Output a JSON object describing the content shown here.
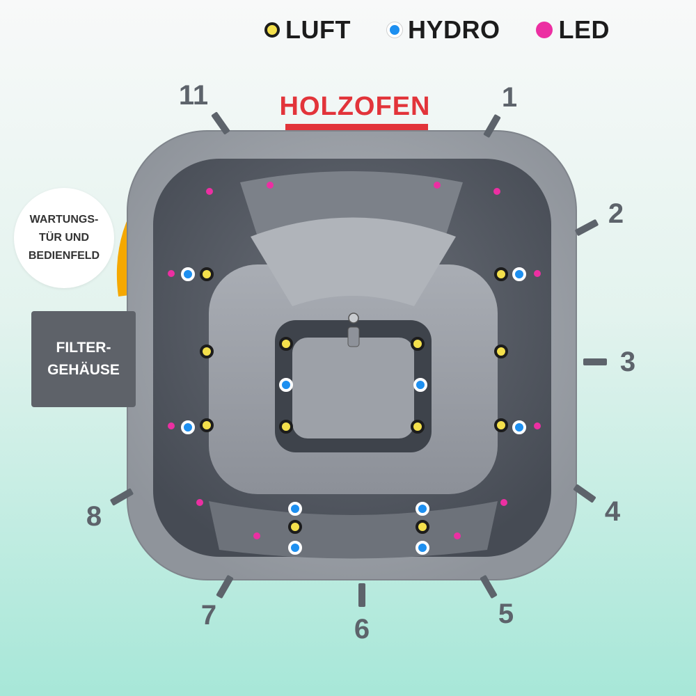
{
  "legend": {
    "luft": "LUFT",
    "hydro": "HYDRO",
    "led": "LED"
  },
  "top_label": "HOLZOFEN",
  "side_labels": {
    "wartung_line1": "WARTUNGS-",
    "wartung_line2": "TÜR UND",
    "wartung_line3": "BEDIENFELD",
    "filter_line1": "FILTER-",
    "filter_line2": "GEHÄUSE"
  },
  "position_numbers": [
    "1",
    "2",
    "3",
    "4",
    "5",
    "6",
    "7",
    "8",
    "11"
  ],
  "colors": {
    "luft": "#f4e04c",
    "hydro": "#1d8ff0",
    "led": "#ec2fa2",
    "holzofen": "#e2343a",
    "door_marker": "#f5a800"
  }
}
